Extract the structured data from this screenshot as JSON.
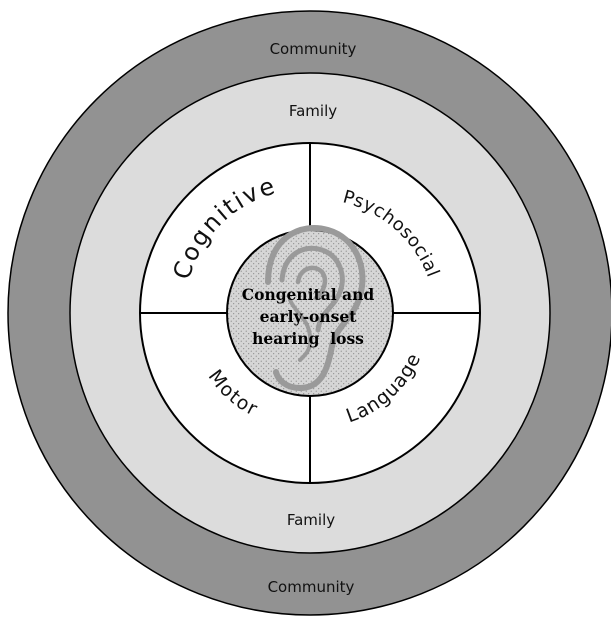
{
  "rings": {
    "outer_top_label": "Community",
    "outer_bottom_label": "Community",
    "middle_top_label": "Family",
    "middle_bottom_label": "Family"
  },
  "domains": {
    "top_left": "Cognitive",
    "top_right": "Psychosocial",
    "bottom_left": "Motor",
    "bottom_right": "Language"
  },
  "center": {
    "line1": "Congenital and",
    "line2": "early-onset",
    "line3": "hearing  loss",
    "icon": "ear-icon"
  },
  "colors": {
    "community_ring": "#929292",
    "family_ring": "#dcdcdc",
    "domain_fill": "#ffffff",
    "center_fill": "#d4d4d4",
    "ear_stroke": "#9a9a9a",
    "outline": "#000000"
  }
}
